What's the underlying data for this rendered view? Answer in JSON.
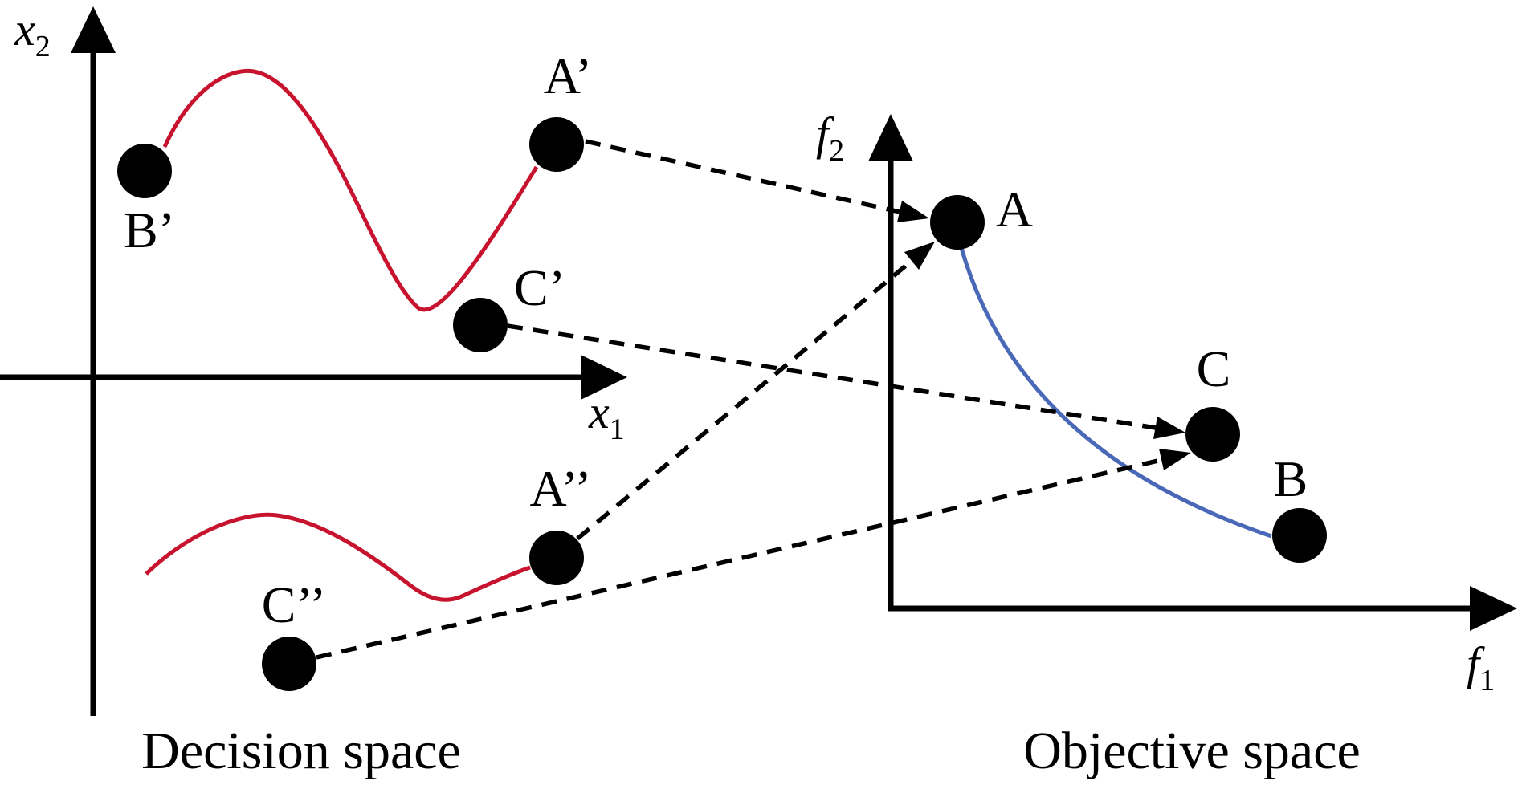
{
  "figure": {
    "background": "#ffffff",
    "ink": "#000000",
    "captions": {
      "decision": "Decision space",
      "objective": "Objective space"
    },
    "axes": {
      "decision": {
        "x_main": "x",
        "x_sub": "1",
        "y_main": "x",
        "y_sub": "2"
      },
      "objective": {
        "x_main": "f",
        "x_sub": "1",
        "y_main": "f",
        "y_sub": "2"
      }
    },
    "decision_points": [
      {
        "id": "B-prime",
        "label": "B’"
      },
      {
        "id": "A-prime",
        "label": "A’"
      },
      {
        "id": "C-prime",
        "label": "C’"
      },
      {
        "id": "A-double-prime",
        "label": "A’’"
      },
      {
        "id": "C-double-prime",
        "label": "C’’"
      }
    ],
    "objective_points": [
      {
        "id": "A",
        "label": "A"
      },
      {
        "id": "C",
        "label": "C"
      },
      {
        "id": "B",
        "label": "B"
      }
    ],
    "mappings": [
      {
        "from": "A’",
        "to": "A"
      },
      {
        "from": "C’",
        "to": "C"
      },
      {
        "from": "A’’",
        "to": "A"
      },
      {
        "from": "C’’",
        "to": "C"
      }
    ],
    "colors": {
      "red_curve": "#c8132f",
      "blue_curve": "#4a68b8"
    }
  }
}
